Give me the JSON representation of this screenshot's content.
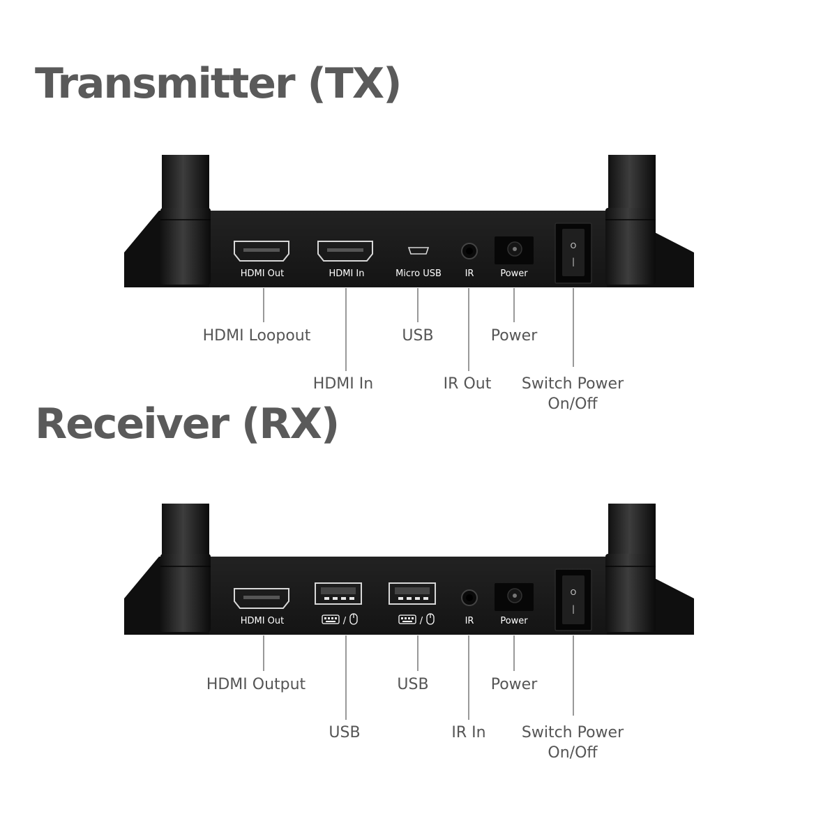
{
  "transmitter": {
    "title": "Transmitter (TX)",
    "port_labels": {
      "hdmi_out": "HDMI Out",
      "hdmi_in": "HDMI In",
      "micro_usb": "Micro USB",
      "ir": "IR",
      "power": "Power"
    },
    "callouts": {
      "hdmi_loopout": "HDMI Loopout",
      "hdmi_in": "HDMI In",
      "usb": "USB",
      "ir_out": "IR Out",
      "power": "Power",
      "switch_line1": "Switch Power",
      "switch_line2": "On/Off"
    }
  },
  "receiver": {
    "title": "Receiver (RX)",
    "port_labels": {
      "hdmi_out": "HDMI Out",
      "usb_slash_1": "/",
      "usb_slash_2": "/",
      "ir": "IR",
      "power": "Power"
    },
    "callouts": {
      "hdmi_output": "HDMI Output",
      "usb_1": "USB",
      "usb_2": "USB",
      "ir_in": "IR In",
      "power": "Power",
      "switch_line1": "Switch Power",
      "switch_line2": "On/Off"
    }
  },
  "switch_glyphs": {
    "on": "O",
    "off": "|"
  },
  "icons": [
    "hdmi-port-icon",
    "micro-usb-port-icon",
    "usb-port-icon",
    "ir-jack-icon",
    "dc-power-jack-icon",
    "rocker-switch-icon",
    "antenna-icon",
    "keyboard-icon",
    "mouse-icon"
  ],
  "colors": {
    "title": "#5a5a5a",
    "callout_text": "#555555",
    "device_body": "#1a1a1a",
    "leader_line": "#777777"
  }
}
